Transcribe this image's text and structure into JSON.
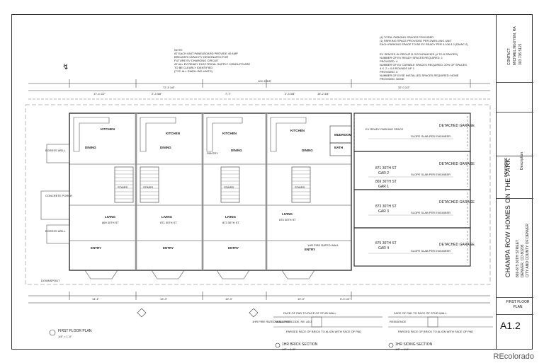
{
  "sheet": {
    "project_title": "CHAMPA ROW HOMES ON THE PARK",
    "address_lines": [
      "869-875 30TH STREET",
      "DENVER, CO 80205",
      "CITY AND COUNTY OF DENVER"
    ],
    "contact_lines": [
      "CONTACT:",
      "MICHAEL NGUYEN, RA",
      "303.736.5121"
    ],
    "revisions_label": "REVISIONS",
    "description_label": "Description",
    "sheet_title": "FIRST FLOOR PLAN",
    "sheet_number": "A1.2",
    "scale_main": "FIRST FLOOR PLAN",
    "scale_main_sub": "1/4\" = 1'-0\"",
    "section_a": "1HR BRICK SECTION",
    "section_a_sub": "1/2\" = 1'-0\"",
    "section_b": "1HR SIDING SECTION",
    "section_b_sub": "1/2\" = 1'-0\""
  },
  "notes": {
    "parking_header": "(4) TOTAL PARKING SPACES PROVIDED",
    "parking_lines": [
      "(1) PARKING SPACE PROVIDED PER DWELLING UNIT",
      "EACH PARKING SPACE TO BE EV READY PER 4.106.4.2 (DMAC 2)"
    ],
    "ev_header": "EV SPACES IN GROUP R OCCUPANCIES (4 TO 8 SPACES)",
    "ev_lines": [
      "NUMBER OF EV READY SPACES REQUIRED: 1",
      "PROVIDED: 4",
      "NUMBER OF EV CAPABLE SPACES REQUIRED: 20% OF SPACES",
      "4 X .2 = 0.8 ROUNDS UP 1",
      "PROVIDED: 0",
      "NUMBER OF EVSE INSTALLED SPACES REQUIRED: NONE",
      "PROVIDED: NONE"
    ],
    "general_note": [
      "NOTE:",
      "AT EACH UNIT PANELBOARD PROVIDE 40 AMP",
      "BREAKER CAPACITY DESIGNATED FOR",
      "FUTURE EV CHARGING CIRCUIT",
      "AT ALL EV READY ELECTRICAL SUPPLY CONDUITS ARE",
      "TO BE CLEARLY IDENTIFIED",
      "(TYP. ALL DWELLING UNITS)"
    ]
  },
  "dimensions": {
    "overall": "104'-5 5/8\"",
    "left_overall": "72'-5 1/8\"",
    "right_overall": "32'-0 1/2\"",
    "top_segments": [
      "17'-4 1/2\"",
      "2'-3 3/8\"",
      "7'-7\"",
      "2'-3 3/8\"",
      "16'-2 3/4\""
    ],
    "bottom_segments": [
      "14'-1\"",
      "19'-3\"",
      "19'-3\"",
      "19'-3\"",
      "5'-9 1/2\""
    ]
  },
  "units": [
    {
      "address": "869 30TH ST",
      "rooms": [
        "KITCHEN",
        "DINING",
        "LIVING",
        "ENTRY"
      ]
    },
    {
      "address": "871 30TH ST",
      "rooms": [
        "KITCHEN",
        "DINING",
        "LIVING",
        "ENTRY"
      ]
    },
    {
      "address": "873 30TH ST",
      "rooms": [
        "KITCHEN",
        "DINING",
        "LIVING",
        "ENTRY"
      ]
    },
    {
      "address": "875 30TH ST",
      "rooms": [
        "KITCHEN",
        "DINING",
        "LIVING",
        "ENTRY"
      ]
    }
  ],
  "shared_labels": {
    "mudroom": "MUDROOM",
    "bath": "BATH",
    "stairs": "STAIRS",
    "pantry": "PANTRY",
    "concrete_porch": "CONCRETE PORCH",
    "egress_well": "EGRESS WELL",
    "downspout": "DOWNSPOUT",
    "fire_rated_wall": "1HR FIRE RATED WALL",
    "ev_ready": "EV READY PARKING SPACE"
  },
  "garages": [
    {
      "label": "GAR 1",
      "unit": "869 30TH ST",
      "note": "DETACHED GARAGE",
      "slope": "SLOPE SLAB PER ENGINEER"
    },
    {
      "label": "GAR 2",
      "unit": "871 30TH ST",
      "note": "DETACHED GARAGE",
      "slope": "SLOPE SLAB PER ENGINEER"
    },
    {
      "label": "GAR 3",
      "unit": "873 30TH ST",
      "note": "DETACHED GARAGE",
      "slope": "SLOPE SLAB PER ENGINEER"
    },
    {
      "label": "GAR 4",
      "unit": "875 30TH ST",
      "note": "DETACHED GARAGE",
      "slope": "SLOPE SLAB PER ENGINEER"
    }
  ],
  "section_labels": {
    "face_of_pad": "FACE OF PAD TO FACE OF STUD WALL",
    "parged": "PARGED FACE OF BRICK TO ALIGN WITH FACE OF PAD",
    "residence": "RESIDENCE",
    "fire_wall_note": "1HR FIRE RATED WALL PER CODE, RE: A5.3"
  },
  "watermark": "REcolorado",
  "colors": {
    "line": "#222222",
    "light": "#888888",
    "paper": "#ffffff"
  }
}
